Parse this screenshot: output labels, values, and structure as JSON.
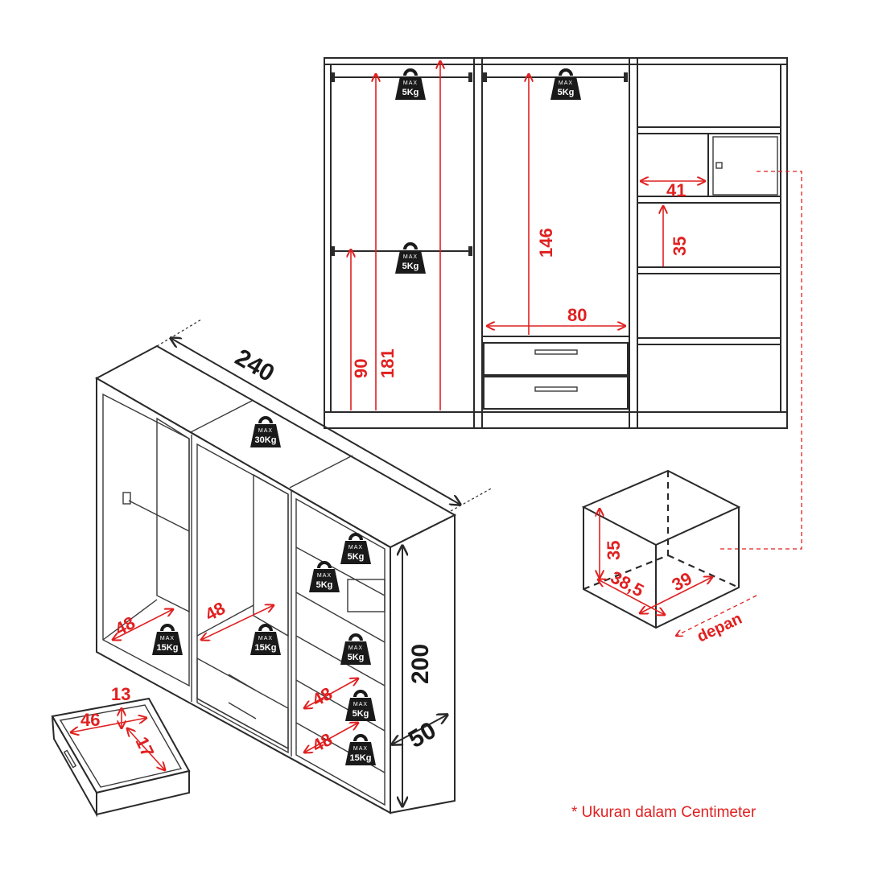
{
  "accent_color": "#e02020",
  "line_color": "#2a2a2a",
  "weight_icon": {
    "icon": "weight-icon",
    "max_label": "MAX",
    "small": "5Kg",
    "medium": "15Kg",
    "large": "30Kg"
  },
  "front_view": {
    "dim_rail_high": "181",
    "dim_rail_low": "90",
    "dim_middle_height": "146",
    "dim_middle_width": "80",
    "dim_safe_width": "41",
    "dim_shelf_gap": "35"
  },
  "perspective_view": {
    "dim_total_width": "240",
    "dim_total_height": "200",
    "dim_depth": "50",
    "dim_left_bottom_depth": "48",
    "dim_middle_bottom_depth": "48",
    "dim_right_shelf_depth_1": "48",
    "dim_right_shelf_depth_2": "48"
  },
  "drawer": {
    "dim_width": "46",
    "dim_height": "13",
    "dim_depth": "17"
  },
  "safe_box": {
    "dim_height": "35",
    "dim_width": "38,5",
    "dim_depth": "39",
    "front_label": "depan"
  },
  "footnote": "* Ukuran dalam Centimeter"
}
